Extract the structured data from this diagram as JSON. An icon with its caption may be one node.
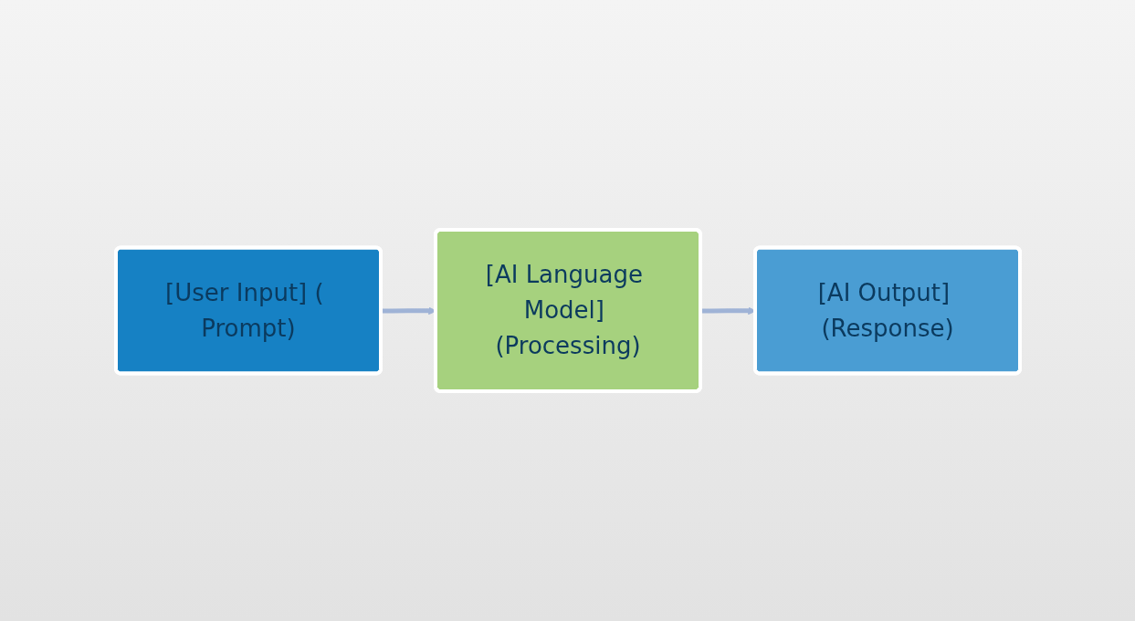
{
  "diagram": {
    "nodes": [
      {
        "text": [
          "[User Input] ( Prompt)"
        ]
      },
      {
        "text": [
          "[AI Language Model] (Processing)"
        ]
      },
      {
        "text": [
          "[AI Output] (Response)"
        ]
      }
    ],
    "edges": [
      {
        "from": 0,
        "to": 1,
        "arrow": "to"
      },
      {
        "from": 1,
        "to": 2,
        "arrow": "to"
      }
    ]
  }
}
